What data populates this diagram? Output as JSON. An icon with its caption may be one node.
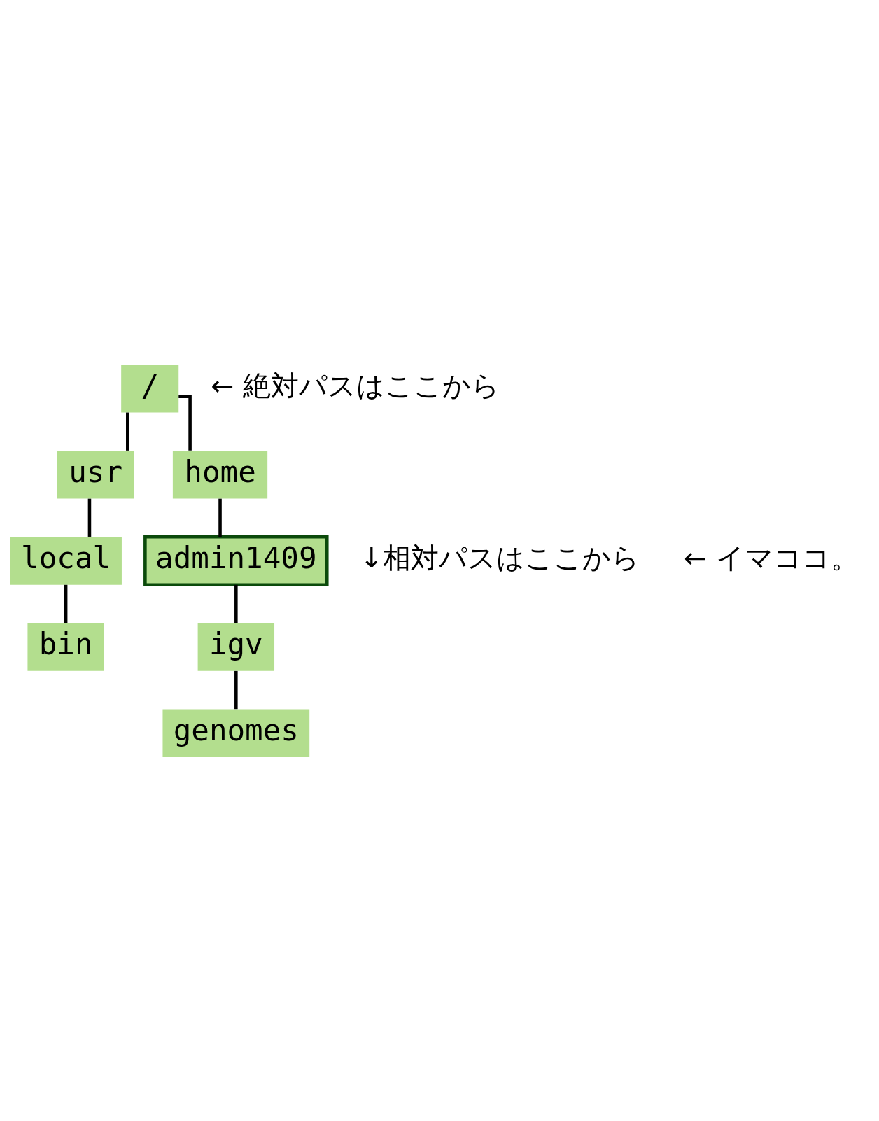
{
  "diagram": {
    "nodes": [
      {
        "text": [
          "/"
        ],
        "beside": [
          "← 絶対パスはここから"
        ]
      },
      {
        "text": [
          "usr"
        ]
      },
      {
        "text": [
          "local"
        ]
      },
      {
        "text": [
          "bin"
        ]
      },
      {
        "text": [
          "home"
        ]
      },
      {
        "text": [
          "admin1409"
        ],
        "beside": [
          "↓相対パスはここから",
          "← イマココ。"
        ]
      },
      {
        "text": [
          "igv"
        ]
      },
      {
        "text": [
          "genomes"
        ]
      }
    ],
    "edges": [
      {
        "from": 0,
        "to": 1,
        "arrow": "none"
      },
      {
        "from": 1,
        "to": 2,
        "arrow": "none"
      },
      {
        "from": 2,
        "to": 3,
        "arrow": "none"
      },
      {
        "from": 0,
        "to": 4,
        "arrow": "none"
      },
      {
        "from": 4,
        "to": 5,
        "arrow": "none"
      },
      {
        "from": 5,
        "to": 6,
        "arrow": "none"
      },
      {
        "from": 6,
        "to": 7,
        "arrow": "none"
      }
    ]
  }
}
